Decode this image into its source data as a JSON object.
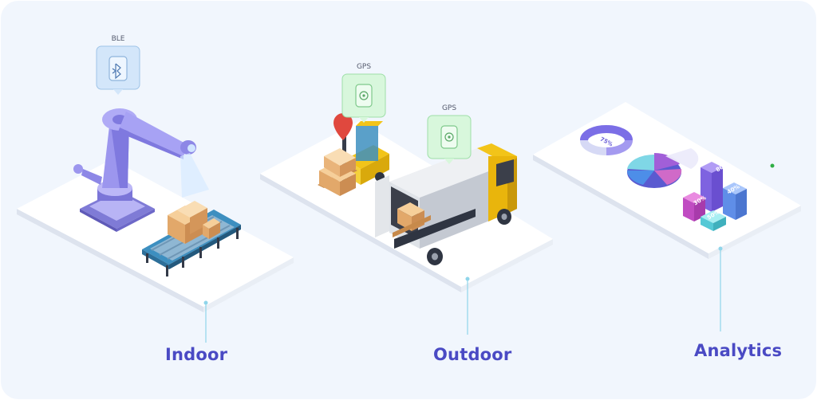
{
  "sections": {
    "indoor": {
      "label": "Indoor",
      "tag": "BLE"
    },
    "outdoor": {
      "label": "Outdoor",
      "tag_forklift": "GPS",
      "tag_truck": "GPS"
    },
    "analytics": {
      "label": "Analytics",
      "donut_percent": "75%",
      "bar_labels": [
        "80%",
        "30%",
        "40%",
        "50%"
      ]
    }
  },
  "colors": {
    "caption": "#4a4ac4",
    "background": "#f1f6fd",
    "ble_tile": "#d3e6fa",
    "gps_tile": "#d8f7dc",
    "robot": "#a9a3f2",
    "forklift": "#f2c419",
    "leader_line": "#8fd5ea"
  },
  "icons": [
    "bluetooth-icon",
    "gps-icon",
    "location-pin-icon",
    "robot-arm-icon",
    "forklift-icon",
    "truck-icon",
    "conveyor-icon",
    "pie-chart-icon",
    "donut-chart-icon",
    "bar-chart-icon"
  ]
}
